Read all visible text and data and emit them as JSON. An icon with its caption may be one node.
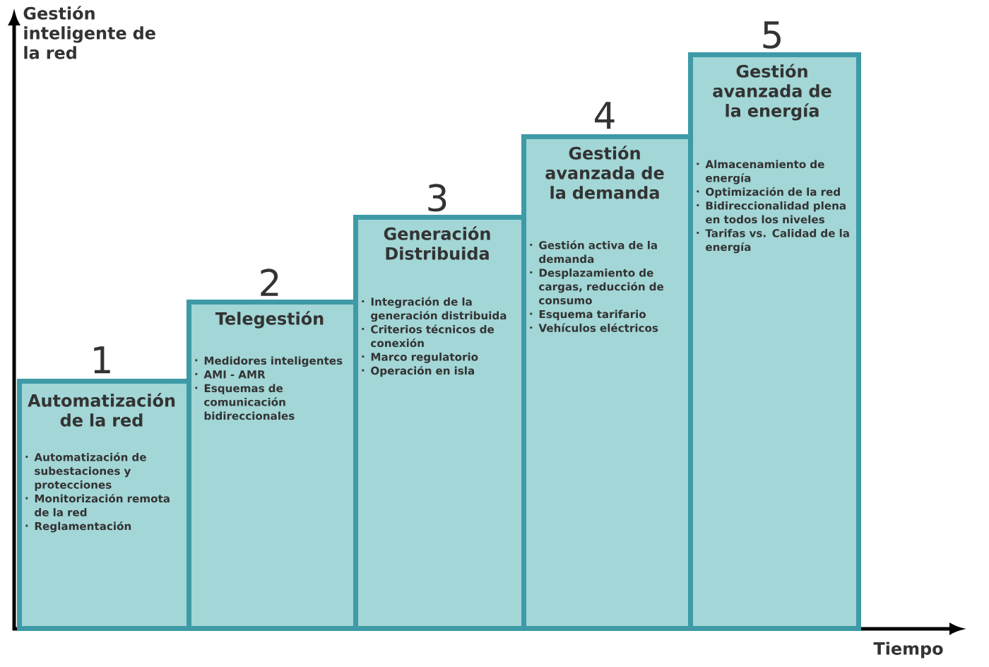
{
  "diagram": {
    "nodes": [
      {
        "text": [
          "Automatización de la red",
          "Automatización de subestaciones y protecciones",
          "Monitorización remota de la red",
          "Reglamentación"
        ],
        "beside": [
          "1"
        ]
      },
      {
        "text": [
          "Telegestión",
          "Medidores inteligentes",
          "AMI - AMR",
          "Esquemas de comunicación bidireccionales"
        ],
        "beside": [
          "2"
        ]
      },
      {
        "text": [
          "Generación Distribuida",
          "Integración de la generación distribuida",
          "Criterios técnicos de conexión",
          "Marco regulatorio",
          "Operación en isla"
        ],
        "beside": [
          "3"
        ]
      },
      {
        "text": [
          "Gestión avanzada de la demanda",
          "Gestión activa de la demanda",
          "Desplazamiento de cargas, reducción de consumo",
          "Esquema tarifario",
          "Vehículos eléctricos"
        ],
        "beside": [
          "4"
        ]
      },
      {
        "text": [
          "Gestión avanzada de la energía",
          "Almacenamiento de energía",
          "Optimización de la red",
          "Bidireccionalidad plena en todos los niveles",
          "Tarifas vs. Calidad de la energía"
        ],
        "beside": [
          "5"
        ]
      }
    ],
    "labels": [
      "Gestión inteligente de la red",
      "Tiempo"
    ]
  }
}
